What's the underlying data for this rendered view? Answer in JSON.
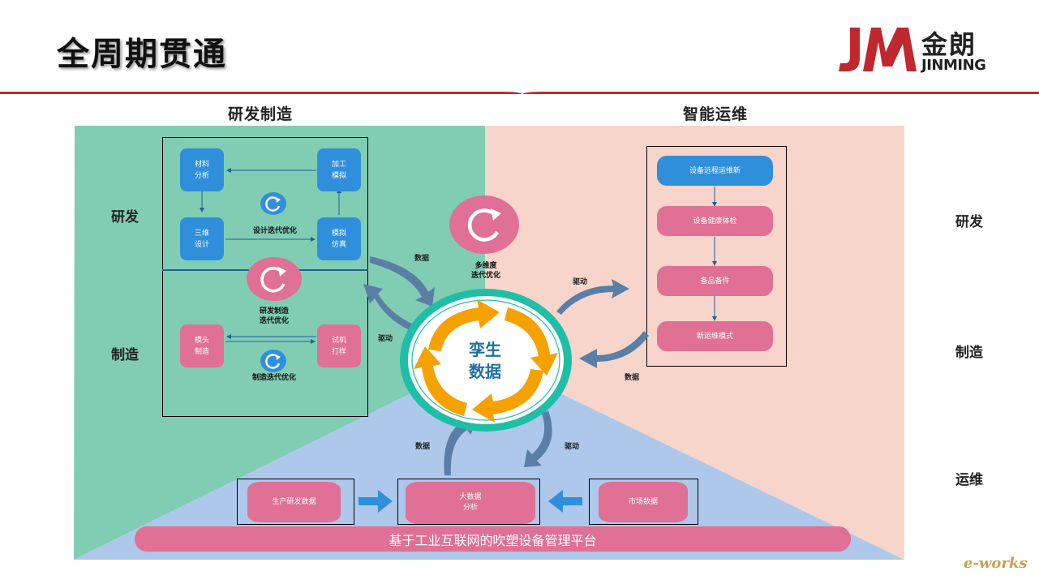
{
  "title": "全周期贯通",
  "logo": {
    "cn": "金朗",
    "en": "JINMING",
    "mark": "JM"
  },
  "watermark": "e-works",
  "sections": {
    "left": "研发制造",
    "right": "智能运维"
  },
  "side_left": {
    "rd": "研发",
    "mfg": "制造"
  },
  "side_right": {
    "rd": "研发",
    "mfg": "制造",
    "om": "运维"
  },
  "rd_nodes": {
    "material": "材料\n分析",
    "process": "加工\n模拟",
    "design3d": "三维\n设计",
    "simulation": "模拟\n仿真",
    "die": "模头\n制造",
    "trial": "试机\n打样"
  },
  "loops": {
    "design": "设计迭代优化",
    "rdmfg": "研发制造\n迭代优化",
    "mfg": "制造迭代优化",
    "multi": "多维度\n迭代优化"
  },
  "center": "孪生\n数据",
  "om_nodes": [
    "设备远程运维新",
    "设备健康体检",
    "备品备件",
    "新运维模式"
  ],
  "flow_labels": {
    "data_left": "数据",
    "drive_left": "驱动",
    "drive_right": "驱动",
    "data_right": "数据",
    "data_bottom": "数据",
    "drive_bottom": "驱动"
  },
  "bottom": {
    "production": "生产研发数据",
    "bigdata": "大数据\n分析",
    "market": "市场数据"
  },
  "platform": "基于工业互联网的吹塑设备管理平台",
  "colors": {
    "green": "#80cdb4",
    "peach": "#f7d5cb",
    "lightblue": "#adc8ea",
    "pink": "#e07095",
    "blue": "#2f8fdb",
    "teal": "#1ebfa6",
    "orange": "#f5a200",
    "arrow": "#5a7fa6",
    "red": "#c0282e"
  }
}
